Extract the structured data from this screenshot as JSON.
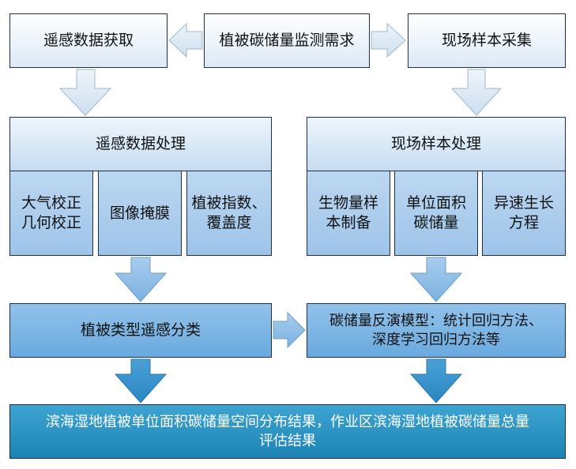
{
  "nodes": {
    "demand": "植被碳储量监测需求",
    "rs_acquire": "遥感数据获取",
    "field_collect": "现场样本采集",
    "rs_process": "遥感数据处理",
    "field_process": "现场样本处理",
    "atmos_geo": "大气校正\n几何校正",
    "masking": "图像掩膜",
    "veg_index": "植被指数、\n覆盖度",
    "biomass_sample": "生物量样\n本制备",
    "unit_carbon": "单位面积\n碳储量",
    "allometric": "异速生长\n方程",
    "veg_classify": "植被类型遥感分类",
    "inversion": "碳储量反演模型：统计回归方法、\n深度学习回归方法等",
    "result": "滨海湿地植被单位面积碳储量空间分布结果，作业区滨海湿地植被碳储量总量\n评估结果"
  },
  "colors": {
    "arrow_light": "#dfeaf5",
    "arrow_mid": "#8cbde6",
    "arrow_deep": "#3d96cf",
    "outline": "#1f2f45"
  }
}
